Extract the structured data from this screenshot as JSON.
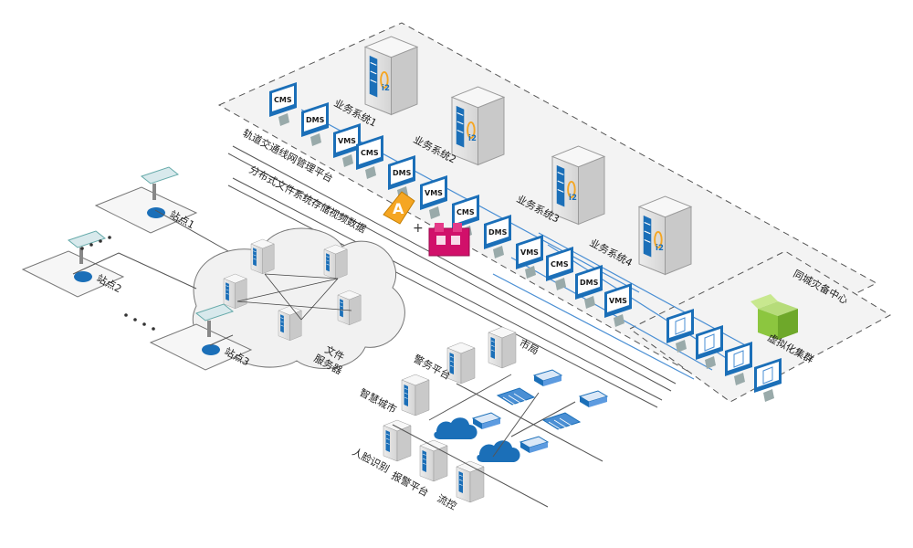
{
  "platform_label": "轨道交通线网管理平台",
  "storage_label": "分布式文件系统存储视频数据",
  "file_server_label": "文件服务器",
  "backup_center_label": "同城灾备中心",
  "virtual_cluster_label": "虚拟化集群",
  "server_logo_text": "i2",
  "business_systems": [
    {
      "label": "业务系统1",
      "monitors": [
        "CMS",
        "DMS",
        "VMS"
      ]
    },
    {
      "label": "业务系统2",
      "monitors": [
        "CMS",
        "DMS",
        "VMS"
      ]
    },
    {
      "label": "业务系统3",
      "monitors": [
        "CMS",
        "DMS",
        "VMS"
      ]
    },
    {
      "label": "业务系统4",
      "monitors": [
        "CMS",
        "DMS",
        "VMS"
      ]
    }
  ],
  "stations": [
    "站点1",
    "站点2",
    "站点3"
  ],
  "platforms": [
    "警务平台",
    "市局",
    "智慧城市",
    "人脸识别",
    "报警平台",
    "流控"
  ],
  "colors": {
    "blue": "#1b6fb8",
    "magenta": "#d1106a",
    "orange": "#f5a623",
    "green": "#8cc63f",
    "backup_line": "#4a8fd4"
  },
  "icons": [
    "server-icon",
    "monitor-icon",
    "camera-icon",
    "cloud-icon",
    "firewall-icon",
    "switch-icon",
    "package-icon"
  ]
}
